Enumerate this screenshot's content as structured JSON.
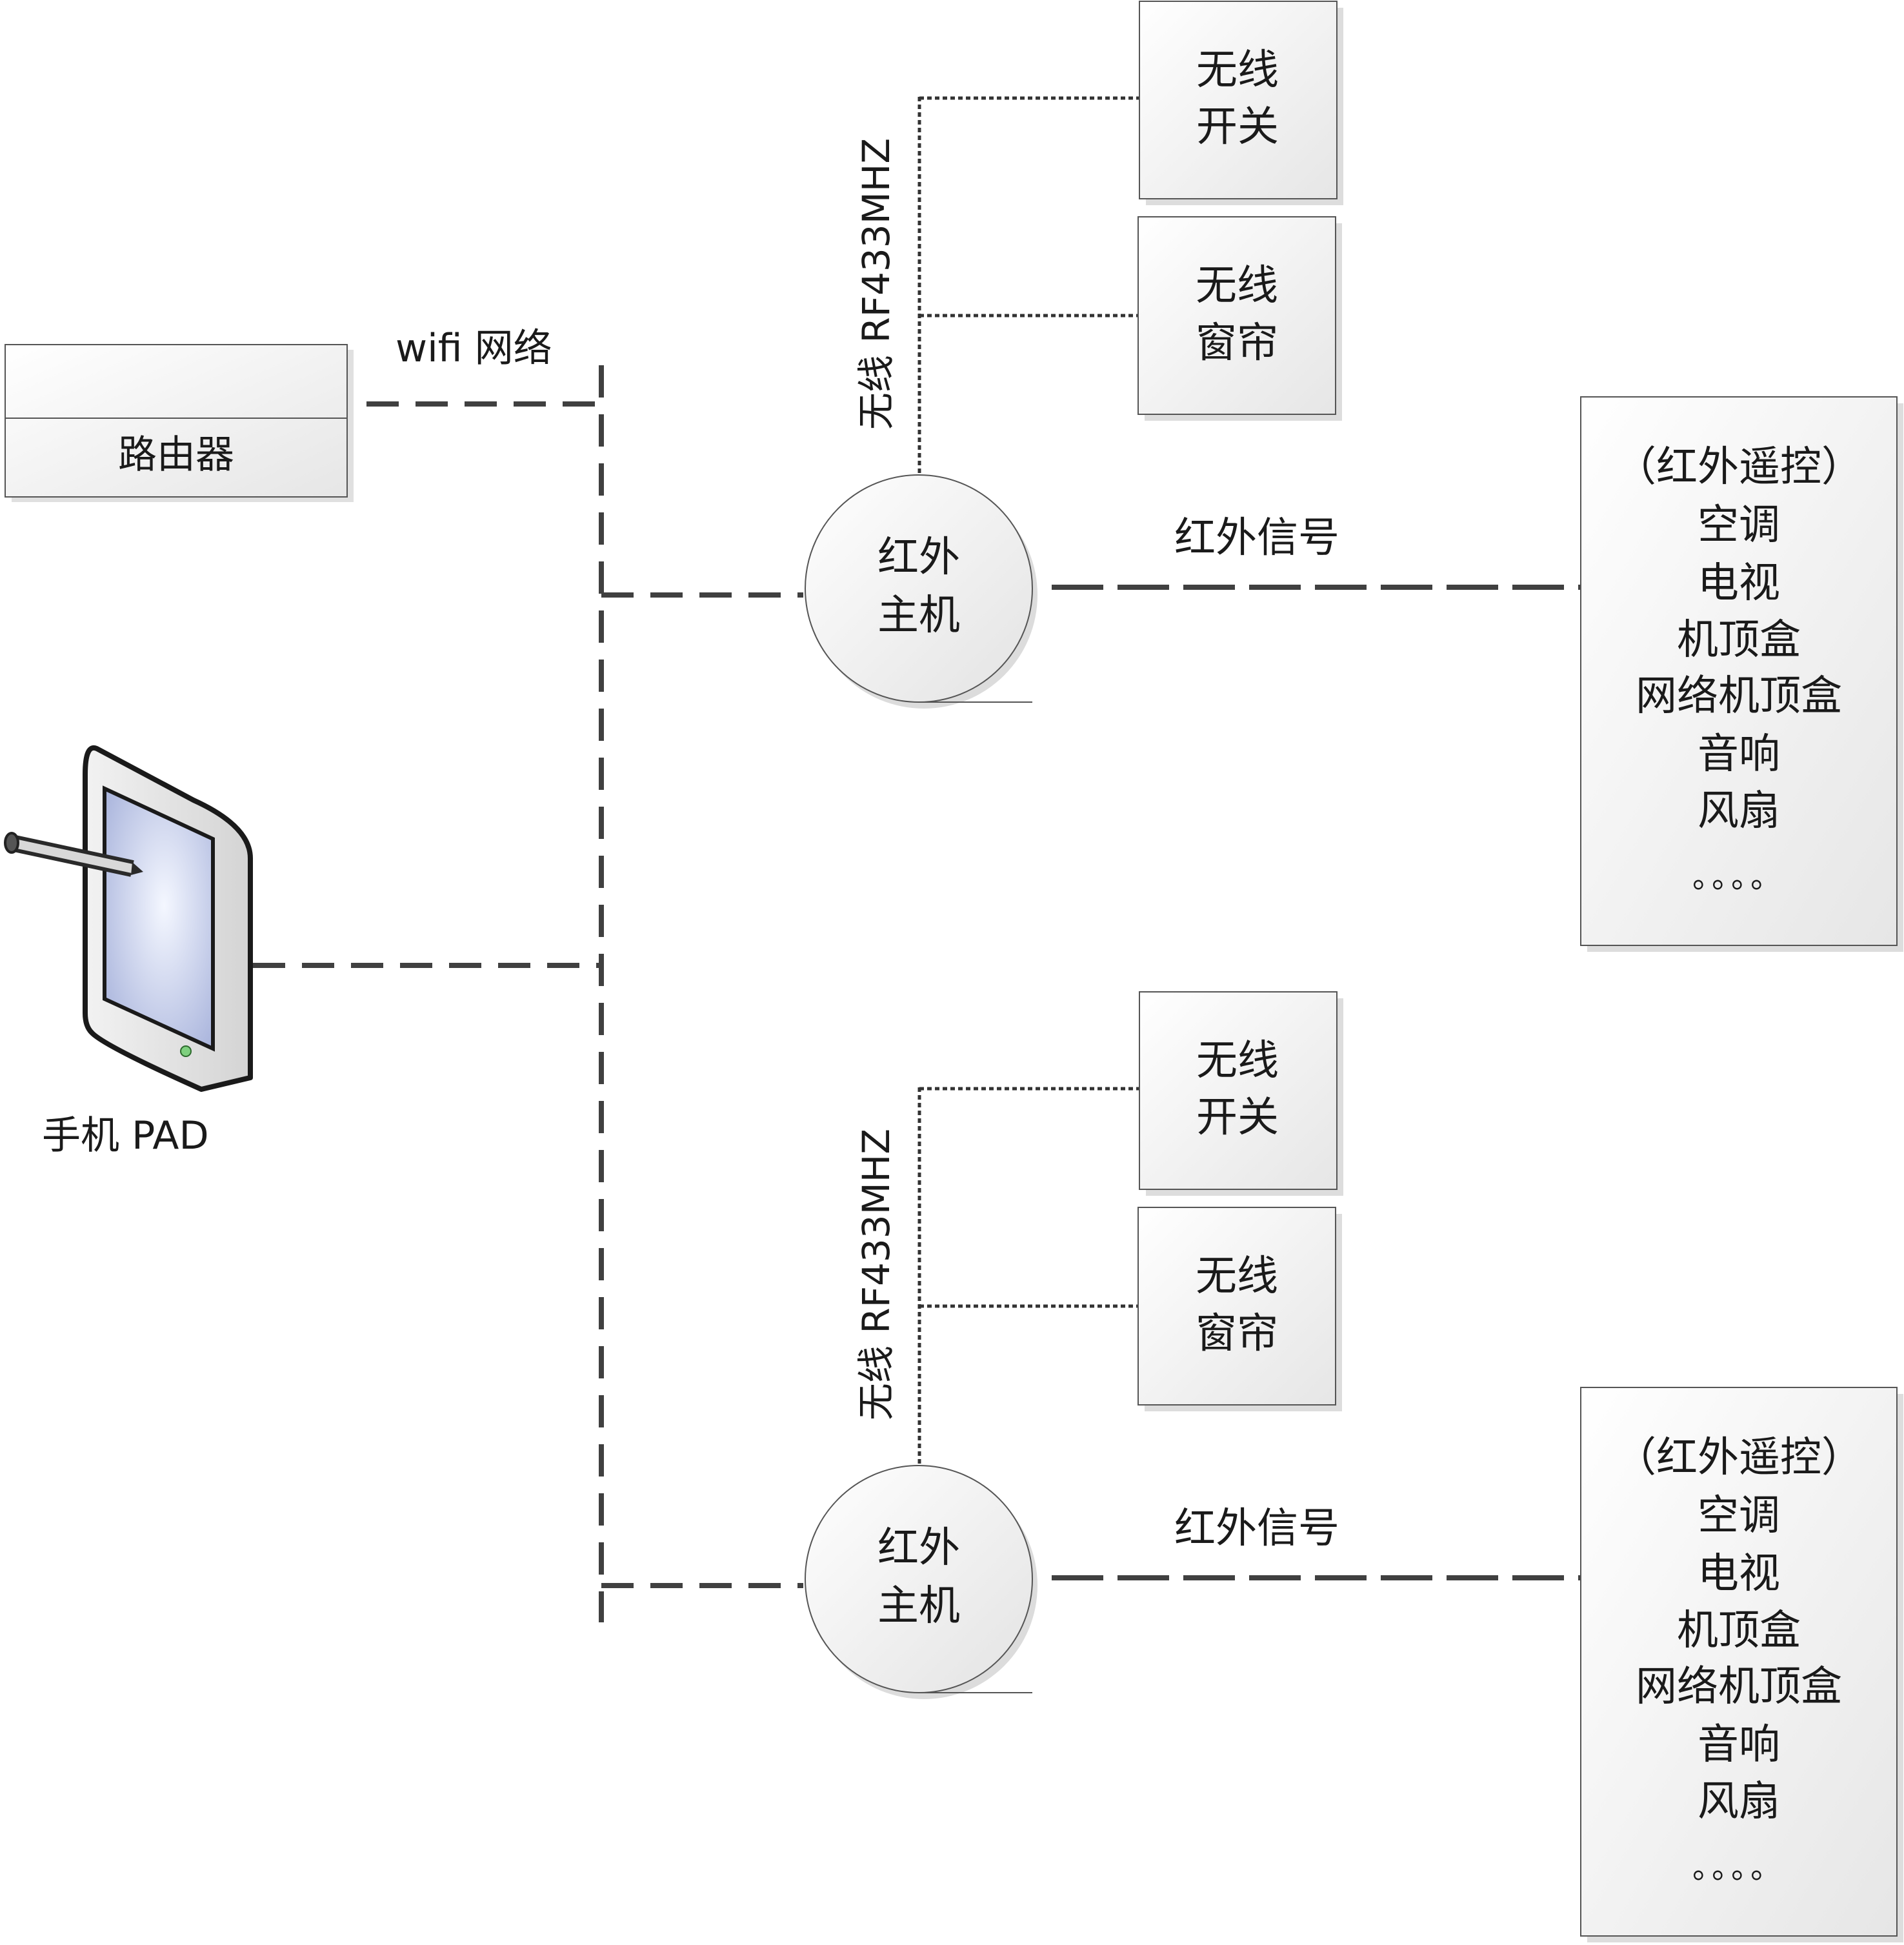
{
  "router": {
    "label": "路由器"
  },
  "wifi": {
    "label": "wifi 网络"
  },
  "device": {
    "label": "手机 PAD"
  },
  "hubs": [
    {
      "rf_label": "无线 RF433MHZ",
      "hub_lines": [
        "红外",
        "主机"
      ],
      "switch_lines": [
        "无线",
        "开关"
      ],
      "curtain_lines": [
        "无线",
        "窗帘"
      ],
      "ir_label": "红外信号",
      "appliances": [
        "（红外遥控）",
        "空调",
        "电视",
        "机顶盒",
        "网络机顶盒",
        "音响",
        "风扇",
        "。。。。"
      ]
    },
    {
      "rf_label": "无线 RF433MHZ",
      "hub_lines": [
        "红外",
        "主机"
      ],
      "switch_lines": [
        "无线",
        "开关"
      ],
      "curtain_lines": [
        "无线",
        "窗帘"
      ],
      "ir_label": "红外信号",
      "appliances": [
        "（红外遥控）",
        "空调",
        "电视",
        "机顶盒",
        "网络机顶盒",
        "音响",
        "风扇",
        "。。。。"
      ]
    }
  ]
}
